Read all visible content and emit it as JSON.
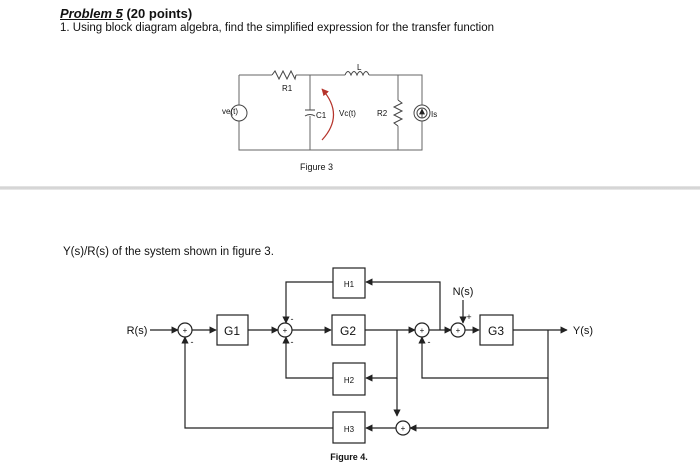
{
  "problem": {
    "title_underlined": "Problem 5",
    "title_rest": " (20 points)"
  },
  "question_line1": "1. Using block diagram algebra, find the  simplified expression for the transfer function",
  "question_line2": "Y(s)/R(s) of the system shown in figure 3.",
  "figure3": {
    "caption": "Figure 3",
    "labels": {
      "source": "ve(t)",
      "r1": "R1",
      "l": "L",
      "c1": "C1",
      "vc": "Vc(t)",
      "r2": "R2",
      "is": "Is"
    },
    "arrow_color": "#b5332a"
  },
  "figure4": {
    "caption": "Figure 4.",
    "input": "R(s)",
    "output": "Y(s)",
    "disturbance": "N(s)",
    "blocks": {
      "g1": "G1",
      "g2": "G2",
      "g3": "G3",
      "h1": "H1",
      "h2": "H2",
      "h3": "H3"
    },
    "summer_symbol": "+",
    "minus": "-",
    "plus": "+"
  }
}
